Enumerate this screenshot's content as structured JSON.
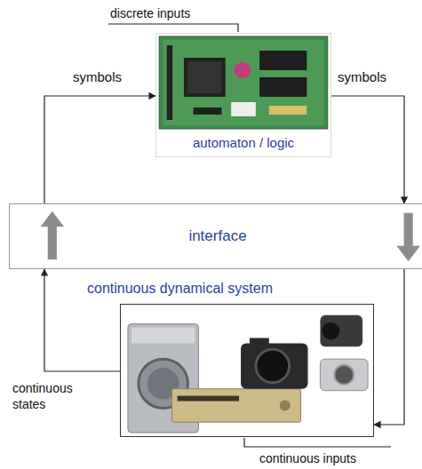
{
  "diagram": {
    "nodes": [
      {
        "text": [
          "automaton / logic"
        ]
      },
      {
        "text": [
          "interface"
        ]
      },
      {
        "text": [
          "continuous dynamical system"
        ]
      }
    ],
    "edges": [
      {
        "from": 0,
        "to": 1,
        "arrow": "to"
      },
      {
        "from": 1,
        "to": 0,
        "arrow": "to"
      },
      {
        "from": 1,
        "to": 2,
        "arrow": "to"
      },
      {
        "from": 2,
        "to": 1,
        "arrow": "to"
      }
    ],
    "labels": [
      "discrete inputs",
      "symbols",
      "symbols",
      "continuous states",
      "continuous inputs"
    ]
  }
}
